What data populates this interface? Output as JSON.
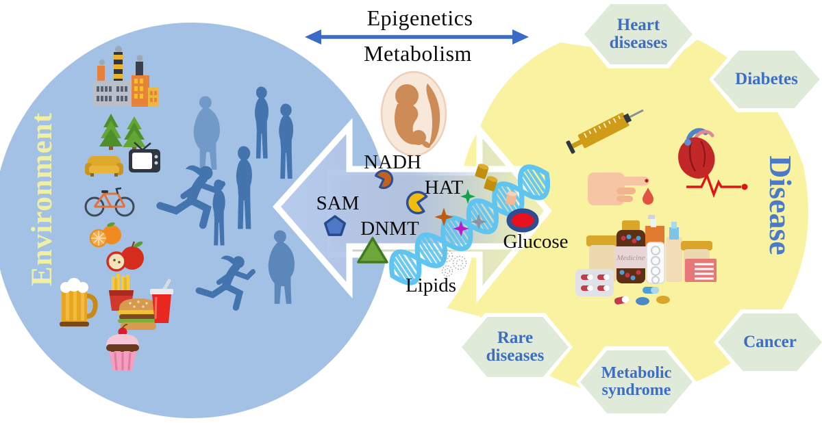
{
  "header": {
    "epigenetics": "Epigenetics",
    "metabolism": "Metabolism"
  },
  "left_region": {
    "label": "Environment",
    "icon_names": [
      "factory-icon",
      "pine-trees-icon",
      "tv-icon",
      "sofa-icon",
      "bicycle-icon",
      "oranges-icon",
      "apples-icon",
      "beer-mug-icon",
      "french-fries-icon",
      "burger-icon",
      "soda-cup-icon",
      "cupcake-icon",
      "standing-person-silhouette",
      "obese-person-silhouette",
      "running-woman-silhouette"
    ]
  },
  "center": {
    "molecule_labels": {
      "nadh": "NADH",
      "hat": "HAT",
      "sam": "SAM",
      "dnmt": "DNMT",
      "lipids": "Lipids",
      "glucose": "Glucose"
    },
    "icon_names": [
      "fetus-in-womb-icon",
      "dna-helix-icon",
      "nadh-molecule-icon",
      "hat-molecule-icon",
      "sam-pentagon-icon",
      "dnmt-triangle-icon",
      "lipid-particles-icon",
      "glucose-molecule-icon"
    ]
  },
  "right_region": {
    "label": "Disease",
    "hexagons": [
      {
        "label": "Heart\ndiseases"
      },
      {
        "label": "Diabetes"
      },
      {
        "label": "Cancer"
      },
      {
        "label": "Metabolic\nsyndrome"
      },
      {
        "label": "Rare\ndiseases"
      }
    ],
    "medicine_bottle_label": "Medicine",
    "icon_names": [
      "syringe-icon",
      "blood-glucose-finger-icon",
      "anatomical-heart-icon",
      "ekg-pulse-icon",
      "medicine-bottles-icon",
      "pills-icon"
    ]
  },
  "colors": {
    "environment_circle": "#a3c1e4",
    "environment_label": "#eff0a2",
    "disease_blob": "#f8f2a1",
    "disease_label": "#4a7ac8",
    "hexagon_fill": "#dfead8",
    "hexagon_text": "#3e6ec2",
    "silhouette": "#4374ae",
    "top_arrow": "#3a6bc6",
    "dna_strand": "#5fc4f0",
    "left_arrow_fill": "#b6cbee",
    "right_arrow_fill": "#eff0b6"
  }
}
